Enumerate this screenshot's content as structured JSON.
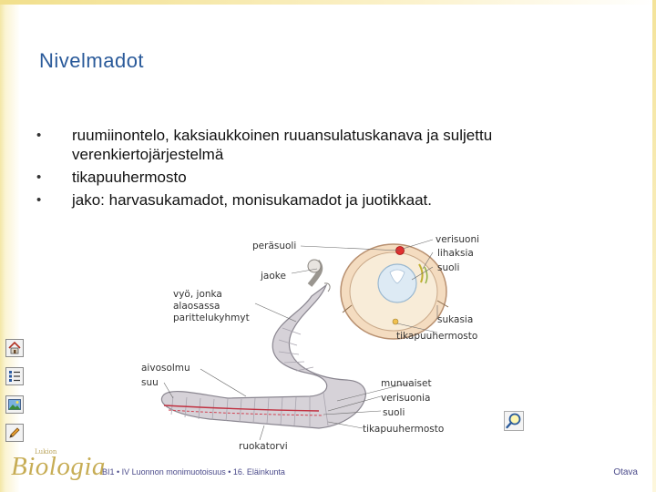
{
  "slide": {
    "title": "Nivelmadot",
    "bullets": [
      "ruumiinontelo, kaksiaukkoinen ruuansulatuskanava ja suljettu verenkiertojärjestelmä",
      "tikapuuhermosto",
      "jako: harvasukamadot, monisukamadot ja juotikkaat."
    ]
  },
  "diagram": {
    "labels": {
      "perasuoli": "peräsuoli",
      "jaoke": "jaoke",
      "vyo1": "vyö, jonka",
      "vyo2": "alaosassa",
      "vyo3": "parittelukyhmyt",
      "aivosolmu": "aivosolmu",
      "suu": "suu",
      "ruokatorvi": "ruokatorvi",
      "verisuoni": "verisuoni",
      "lihaksia": "lihaksia",
      "suoli_top": "suoli",
      "sukasia": "sukasia",
      "tikapuu_top": "tikapuuhermosto",
      "munuaiset": "munuaiset",
      "verisuonia": "verisuonia",
      "suoli_bottom": "suoli",
      "tikapuu_bottom": "tikapuuhermosto"
    }
  },
  "sidebar": {
    "icons": [
      "home-icon",
      "list-icon",
      "image-icon",
      "pencil-icon"
    ]
  },
  "footer": {
    "logo_small": "Lukion",
    "logo_main": "Biologia",
    "text": "BI1 • IV Luonnon monimuotoisuus • 16. Eläinkunta",
    "publisher": "Otava"
  },
  "colors": {
    "title": "#2a5a9a",
    "logo": "#c7ad55",
    "footer_text": "#4a4a8a"
  }
}
